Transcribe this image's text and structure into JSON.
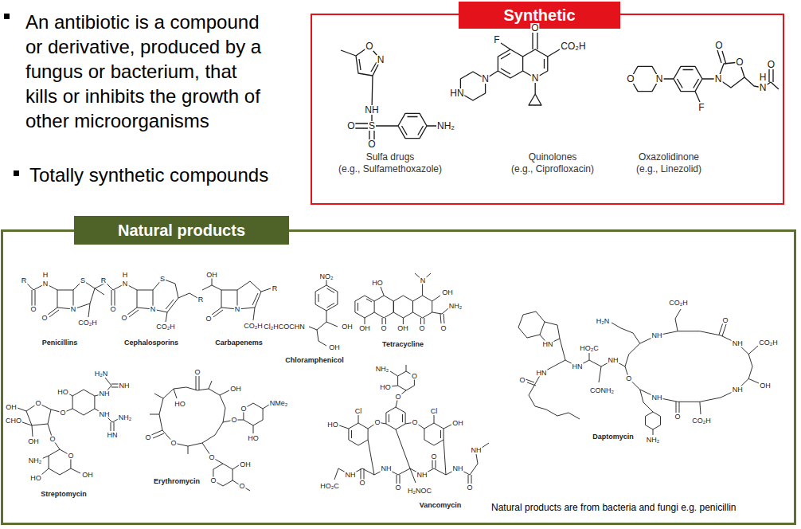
{
  "diagram": {
    "nodes": [
      {
        "text": [
          "Synthetic"
        ]
      },
      {
        "text": [
          "Natural products"
        ]
      }
    ],
    "labels": [
      "An antibiotic is a compound or derivative, produced by a fungus or bacterium, that kills or inhibits the growth of other microorganisms",
      "Totally synthetic compounds",
      "O",
      "N",
      "NH",
      "O",
      "S",
      "O",
      "NH₂",
      "Sulfa drugs",
      "(e.g., Sulfamethoxazole)",
      "F",
      "O",
      "CO₂H",
      "N",
      "HN",
      "N",
      "Quinolones",
      "(e.g., Ciprofloxacin)",
      "O",
      "N",
      "F",
      "N",
      "O",
      "O",
      "H",
      "N",
      "O",
      "Oxazolidinone",
      "(e.g., Linezolid)",
      "R",
      "O",
      "H",
      "N",
      "O",
      "S",
      "N",
      "CO₂H",
      "Penicillins",
      "R",
      "O",
      "H",
      "N",
      "O",
      "S",
      "N",
      "R",
      "CO₂H",
      "Cephalosporins",
      "OH",
      "O",
      "N",
      "R",
      "CO₂H",
      "Carbapenems",
      "NO₂",
      "OH",
      "Cl₂HCOCHN",
      "OH",
      "Chloramphenicol",
      "HO",
      "N",
      "OH",
      "NH₂",
      "OH",
      "O",
      "OH",
      "O",
      "O",
      "Tetracycline",
      "H₂N",
      "NH",
      "NH",
      "HO",
      "NH",
      "NH₂",
      "HN",
      "O",
      "O",
      "OH",
      "CHO",
      "OH",
      "O",
      "O",
      "NH₂",
      "HO",
      "OH",
      "Streptomycin",
      "O",
      "HO",
      "OH",
      "O",
      "O",
      "O",
      "O",
      "NMe₂",
      "HO",
      "O",
      "O",
      "OH",
      "O",
      "Erythromycin",
      "NH₂",
      "O",
      "HO",
      "O",
      "Cl",
      "O",
      "O",
      "Cl",
      "HO",
      "OH",
      "HO₂C",
      "NH",
      "O",
      "NH",
      "O",
      "NH",
      "H₂NOC",
      "O",
      "NH",
      "O",
      "NH",
      "Vancomycin",
      "H₂N",
      "CO₂H",
      "NH",
      "O",
      "NH",
      "CO₂H",
      "OH",
      "NH",
      "CO₂H",
      "O",
      "NH",
      "NH₂",
      "O",
      "NH",
      "HO₂C",
      "CONH₂",
      "HN",
      "HN",
      "HN",
      "O",
      "Daptomycin",
      "Natural products are from bacteria and fungi e.g. penicillin"
    ]
  }
}
